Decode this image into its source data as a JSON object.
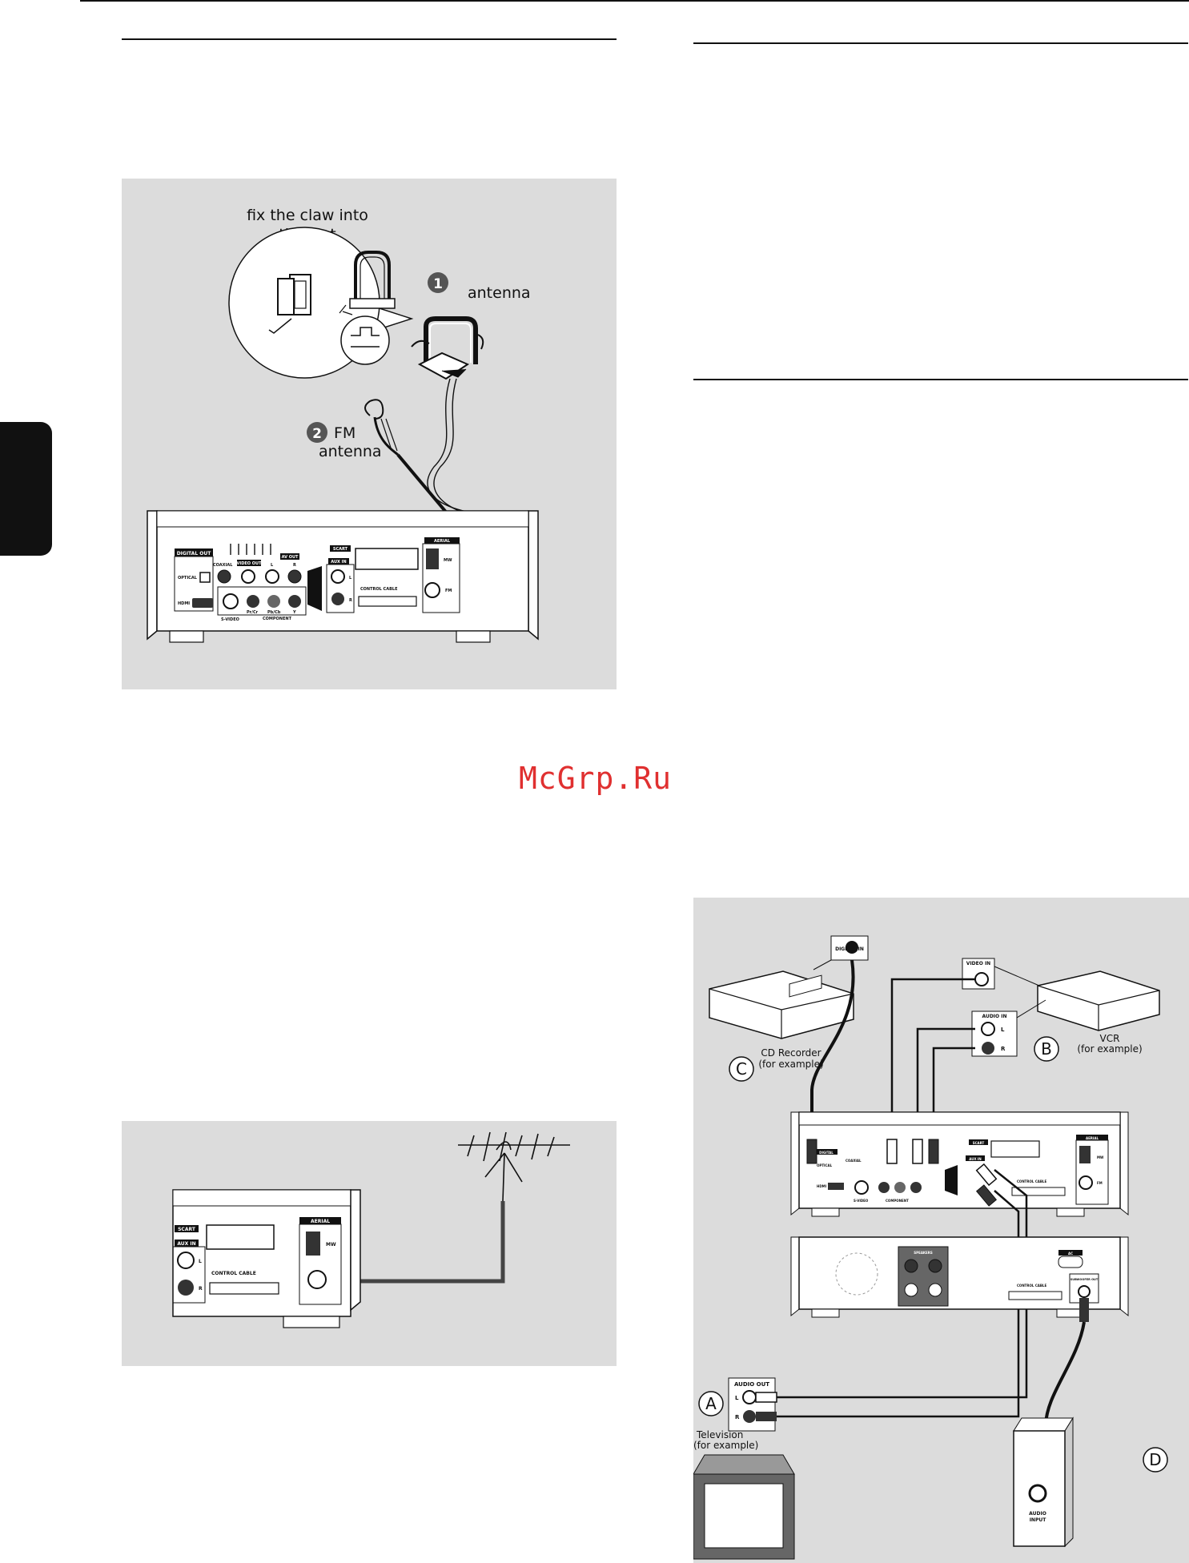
{
  "top_left": {
    "claw_label": "fix the claw into the slot",
    "claw_line1": "fix the claw into",
    "claw_line2": "the slot",
    "step1_number": "1",
    "step1_label": "antenna",
    "step2_number": "2",
    "step2_label_line1": "FM",
    "step2_label_line2": "antenna",
    "panel_labels": {
      "digital_out": "DIGITAL OUT",
      "optical": "OPTICAL",
      "hdmi": "HDMI",
      "coaxial": "COAXIAL",
      "video_out": "VIDEO OUT",
      "av_out": "AV OUT",
      "l": "L",
      "r": "R",
      "s_video": "S-VIDEO",
      "component": "COMPONENT",
      "pr_cr": "Pr/Cr",
      "pb_cb": "Pb/Cb",
      "y": "Y",
      "scart": "SCART",
      "aux_in": "AUX IN",
      "control_cable": "CONTROL CABLE",
      "aerial": "AERIAL",
      "mw": "MW",
      "fm": "FM"
    }
  },
  "bottom_left": {
    "panel_labels": {
      "scart": "SCART",
      "aux_in": "AUX IN",
      "l": "L",
      "r": "R",
      "control_cable": "CONTROL CABLE",
      "aerial": "AERIAL",
      "mw": "MW"
    }
  },
  "right": {
    "video_in": "VIDEO IN",
    "audio_in": "AUDIO IN",
    "l": "L",
    "r": "R",
    "digital_in": "DIGITAL IN",
    "cd_recorder_line1": "CD Recorder",
    "cd_recorder_line2": "(for example)",
    "vcr_line1": "VCR",
    "vcr_line2": "(for example)",
    "letter_a": "A",
    "letter_b": "B",
    "letter_c": "C",
    "letter_d": "D",
    "audio_out": "AUDIO OUT",
    "television_line1": "Television",
    "television_line2": "(for example)",
    "audio_input_line1": "AUDIO",
    "audio_input_line2": "INPUT",
    "speakers": "SPEAKERS",
    "ac": "AC",
    "subwoofer_out": "SUBWOOFER OUT",
    "control_cable": "CONTROL CABLE",
    "aerial": "AERIAL",
    "scart": "SCART",
    "digital": "DIGITAL",
    "optical": "OPTICAL",
    "coaxial": "COAXIAL",
    "hdmi": "HDMI",
    "aux_in": "AUX IN",
    "component": "COMPONENT",
    "s_video": "S-VIDEO",
    "mw": "MW",
    "fm": "FM"
  },
  "watermark": "McGrp.Ru"
}
